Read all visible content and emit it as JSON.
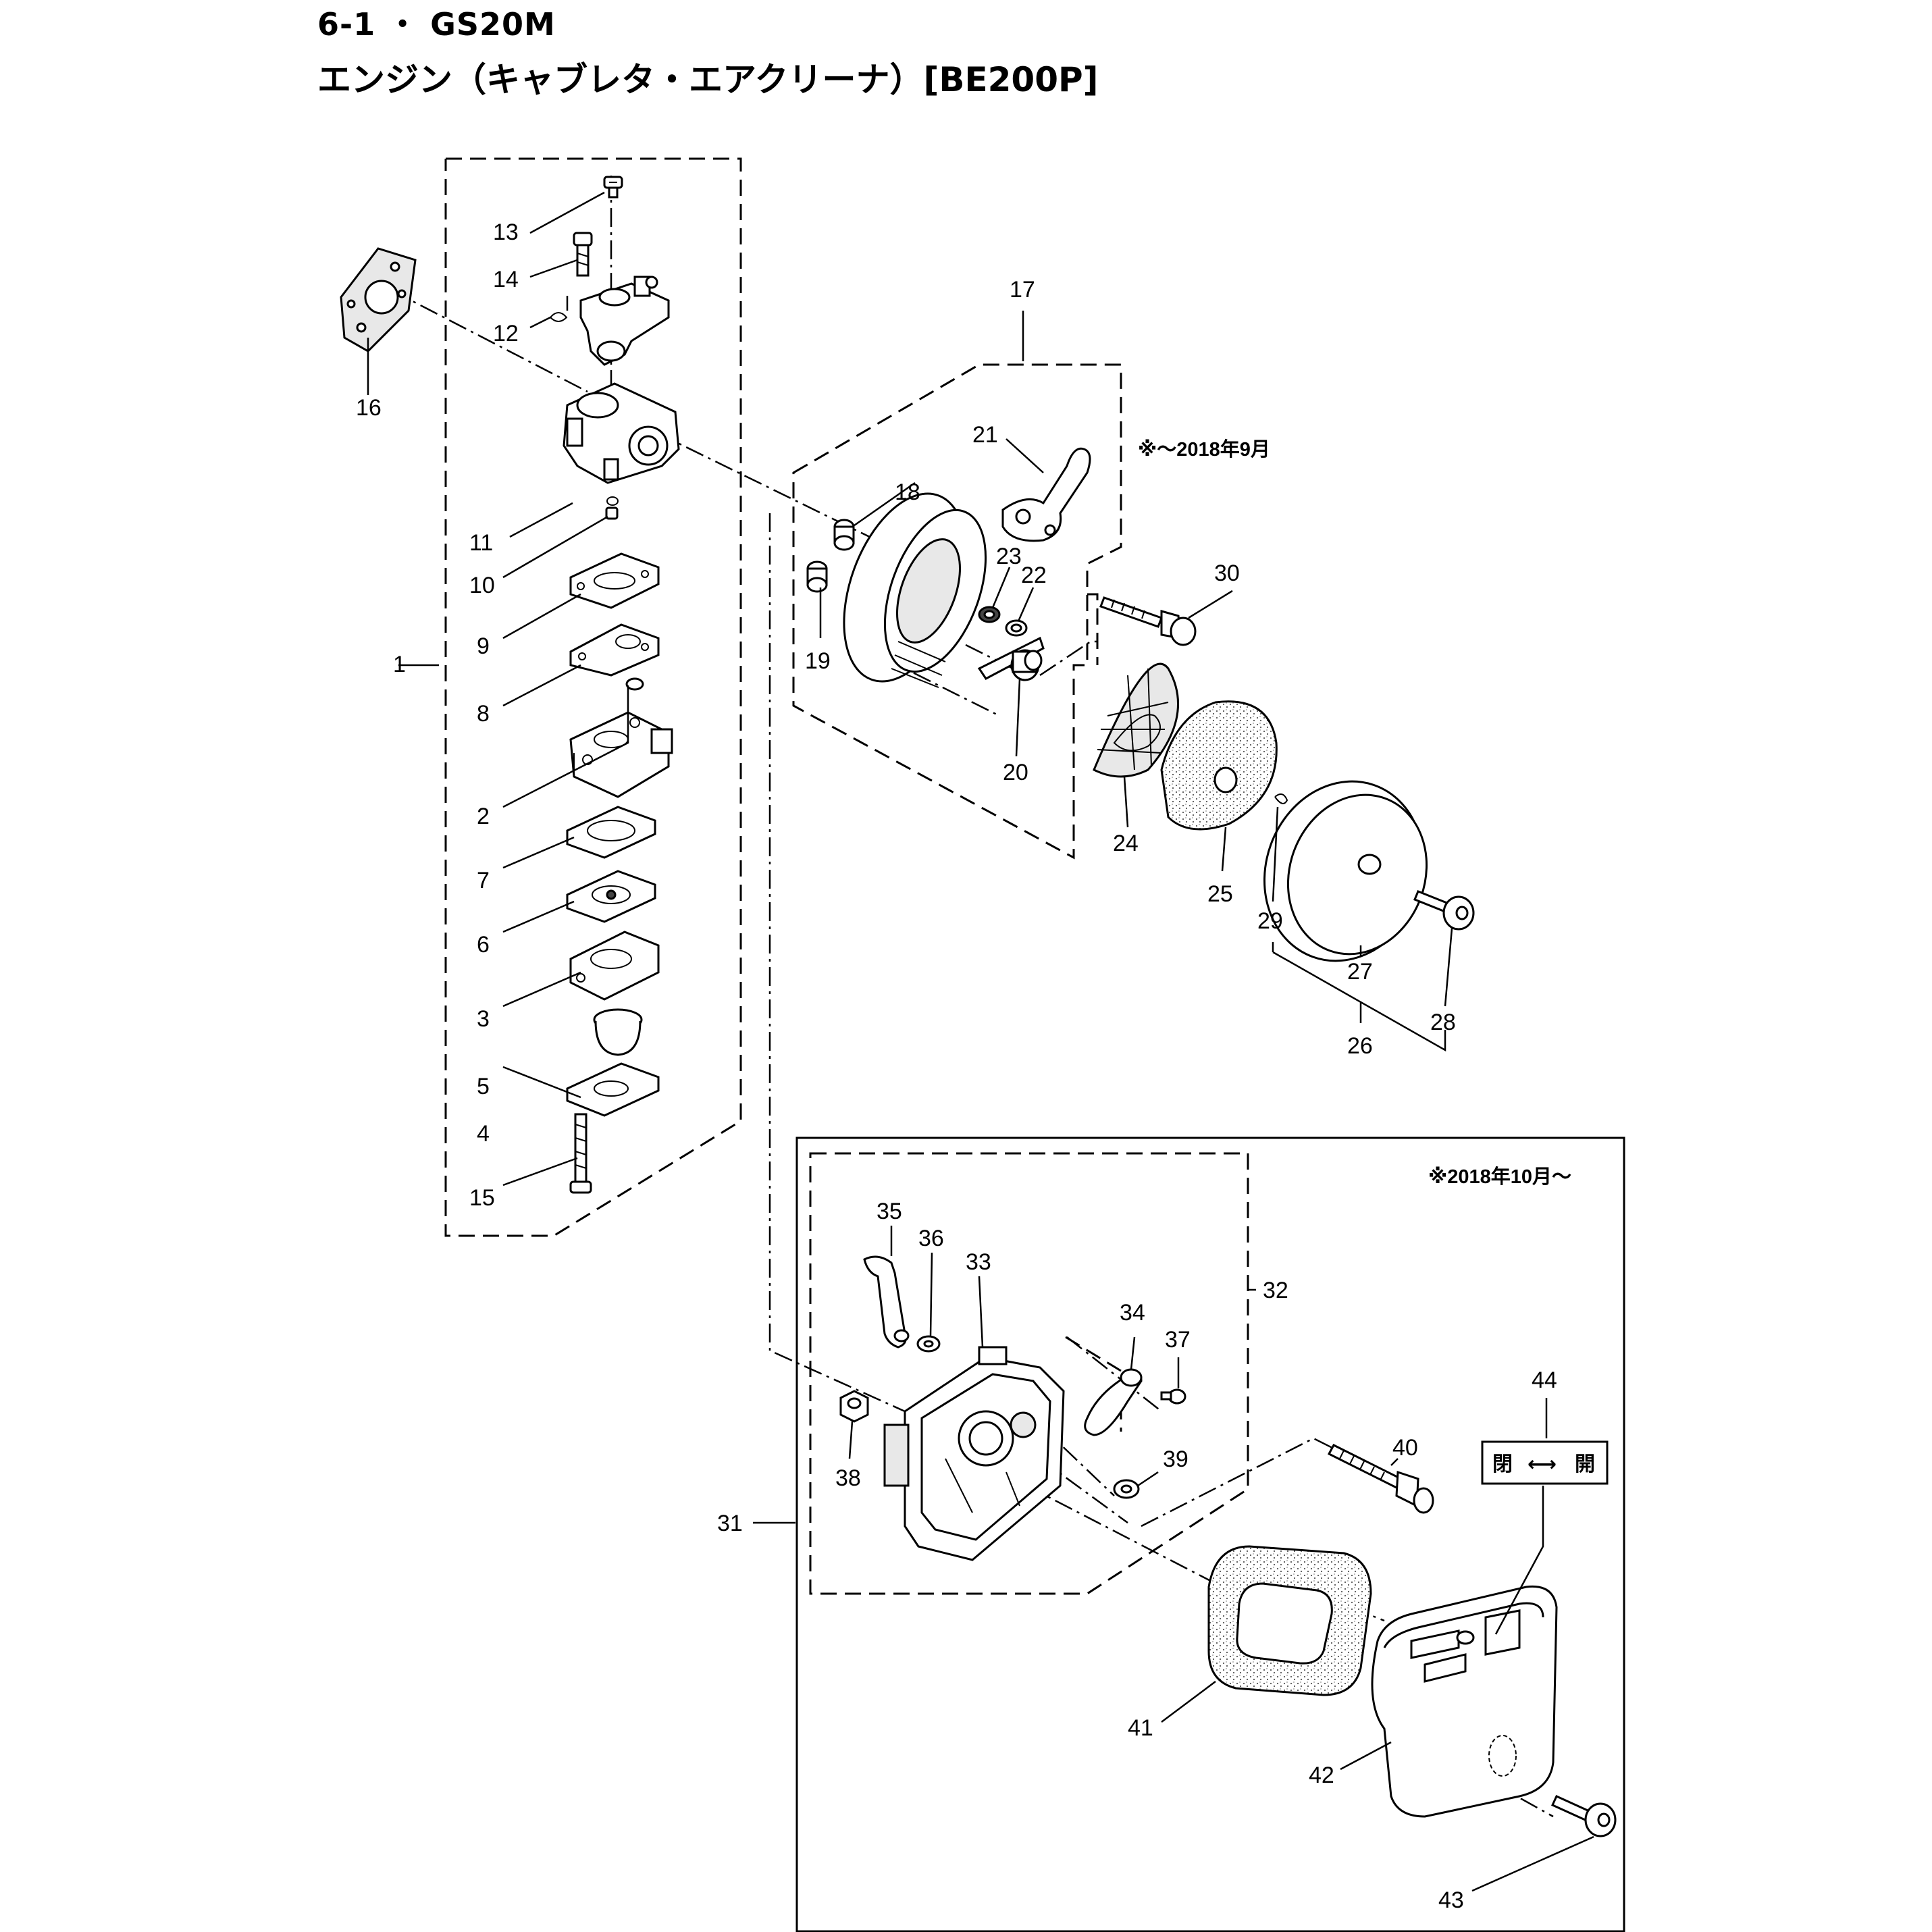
{
  "header": {
    "line1": "6-1 ・ GS20M",
    "line2": "エンジン（キャブレタ・エアクリーナ）[BE200P]"
  },
  "notes": {
    "before": "※～2018年9月",
    "after": "※2018年10月～"
  },
  "lever_sign": {
    "left": "閉",
    "arrow": "⟷",
    "right": "開"
  },
  "callouts": [
    "1",
    "2",
    "3",
    "4",
    "5",
    "6",
    "7",
    "8",
    "9",
    "10",
    "11",
    "12",
    "13",
    "14",
    "15",
    "16",
    "17",
    "18",
    "19",
    "20",
    "21",
    "22",
    "23",
    "24",
    "25",
    "26",
    "27",
    "28",
    "29",
    "30",
    "31",
    "32",
    "33",
    "34",
    "35",
    "36",
    "37",
    "38",
    "39",
    "40",
    "41",
    "42",
    "43",
    "44"
  ]
}
